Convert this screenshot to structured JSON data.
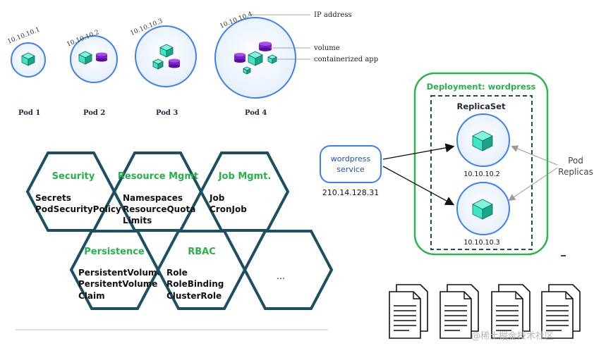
{
  "pods": {
    "ips": [
      "10.10.10.1",
      "10.10.10.2",
      "10.10.10.3",
      "10.10.10.4"
    ],
    "names": [
      "Pod 1",
      "Pod 2",
      "Pod 3",
      "Pod 4"
    ],
    "annotations": {
      "ip": "IP address",
      "volume": "volume",
      "app": "containerized app"
    }
  },
  "hexagons": {
    "security": {
      "title": "Security",
      "lines": [
        "Secrets",
        "PodSecurityPolicy"
      ]
    },
    "resource": {
      "title": "Resource Mgmt",
      "lines": [
        "Namespaces",
        "ResourceQuota",
        "Limits"
      ]
    },
    "job": {
      "title": "Job Mgmt.",
      "lines": [
        "Job",
        "CronJob"
      ]
    },
    "persistence": {
      "title": "Persistence",
      "lines": [
        "PersistentVolume",
        "PersitentVolume",
        "Claim"
      ]
    },
    "rbac": {
      "title": "RBAC",
      "lines": [
        "Role",
        "RoleBinding",
        "ClusterRole"
      ]
    },
    "more": {
      "title": "",
      "lines": [
        "..."
      ]
    }
  },
  "deployment": {
    "service_lines": [
      "wordpress",
      "service"
    ],
    "service_ip": "210.14.128.31",
    "title": "Deployment: wordpress",
    "replicaset": "ReplicaSet",
    "pod_ips": [
      "10.10.10.2",
      "10.10.10.3"
    ],
    "replicas_label": [
      "Pod",
      "Replicas"
    ]
  },
  "watermark": "@稀土掘金技术社区",
  "colors": {
    "hex_border": "#1d4f63",
    "green": "#27b14a",
    "cube": "#3ee6c4",
    "cube_dark": "#1aa58a",
    "volume": "#7b1fc8",
    "pod_ring": "#3d7ff0",
    "pod_fill": "#edf4ff"
  }
}
